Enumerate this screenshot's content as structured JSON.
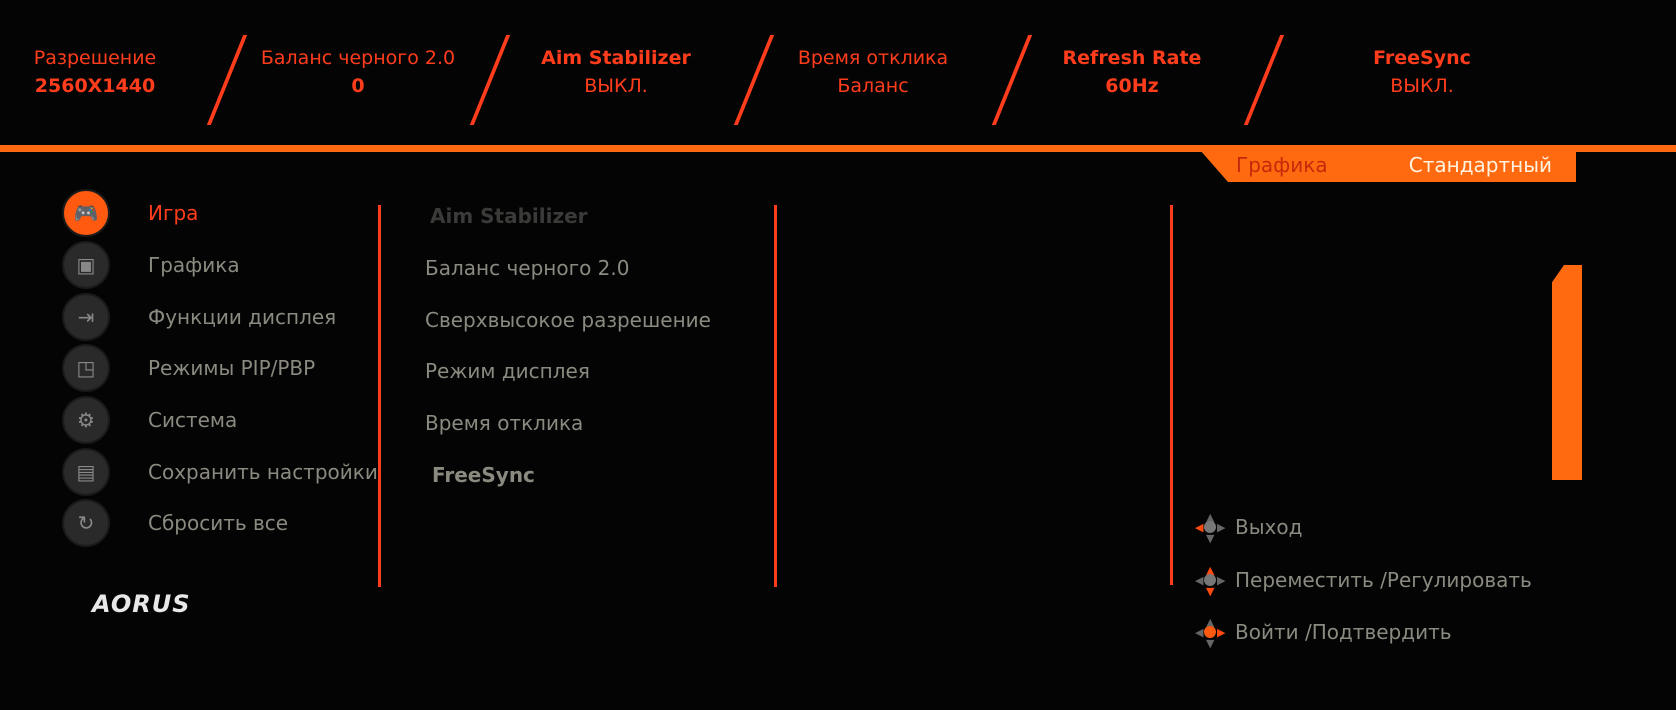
{
  "status": [
    {
      "label": "Разрешение",
      "value": "2560X1440"
    },
    {
      "label": "Баланс черного 2.0",
      "value": "0"
    },
    {
      "label": "Aim Stabilizer",
      "value": "ВЫКЛ."
    },
    {
      "label": "Время отклика",
      "value": "Баланс"
    },
    {
      "label": "Refresh Rate",
      "value": "60Hz"
    },
    {
      "label": "FreeSync",
      "value": "ВЫКЛ."
    }
  ],
  "tab": {
    "category": "Графика",
    "mode": "Стандартный"
  },
  "menu": [
    {
      "label": "Игра",
      "icon": "gamepad-icon",
      "glyph": "🎮"
    },
    {
      "label": "Графика",
      "icon": "image-icon",
      "glyph": "▣"
    },
    {
      "label": "Функции дисплея",
      "icon": "input-icon",
      "glyph": "⇥"
    },
    {
      "label": "Режимы PIP/PBP",
      "icon": "pip-icon",
      "glyph": "◳"
    },
    {
      "label": "Система",
      "icon": "gear-icon",
      "glyph": "⚙"
    },
    {
      "label": "Сохранить настройки",
      "icon": "save-icon",
      "glyph": "▤"
    },
    {
      "label": "Сбросить все",
      "icon": "reset-icon",
      "glyph": "↻"
    }
  ],
  "submenu": [
    "Aim Stabilizer",
    "Баланс черного 2.0",
    "Сверхвысокое разрешение",
    "Режим дисплея",
    "Время отклика",
    "FreeSync"
  ],
  "logo": "AORUS",
  "hints": {
    "exit": "Выход",
    "move": "Переместить /Регулировать",
    "enter": "Войти /Подтвердить"
  },
  "colors": {
    "accent": "#ff6a10",
    "text_red": "#ff3d1c",
    "text_gray": "#8a8a80"
  }
}
